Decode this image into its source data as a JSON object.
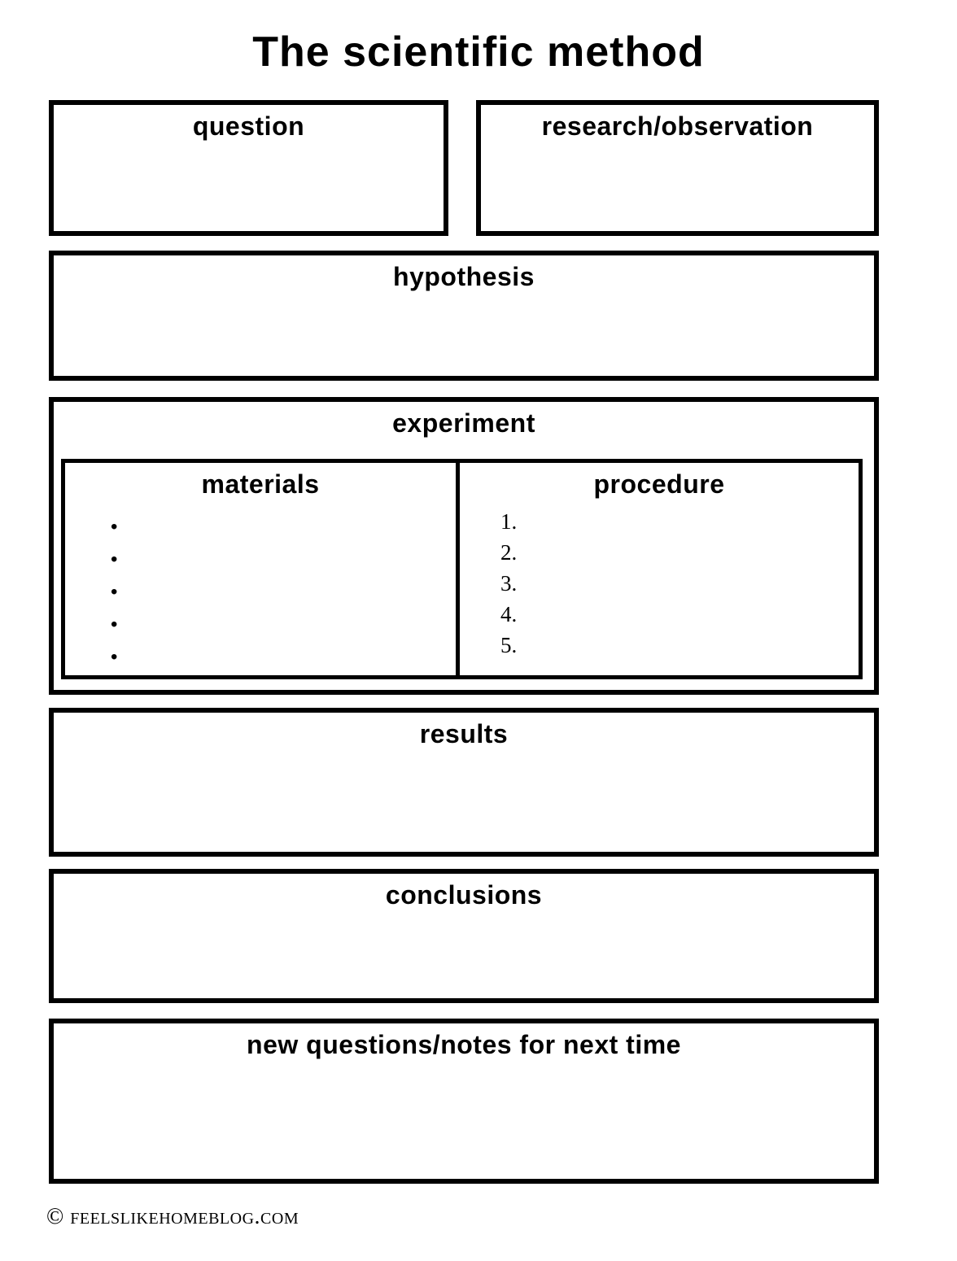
{
  "page": {
    "title": "The scientific method",
    "footer": "© feelslikehomeblog.com"
  },
  "sections": {
    "question": {
      "label": "question"
    },
    "research": {
      "label": "research/observation"
    },
    "hypothesis": {
      "label": "hypothesis"
    },
    "experiment": {
      "label": "experiment",
      "materials": {
        "label": "materials",
        "bullets": [
          "•",
          "•",
          "•",
          "•",
          "•"
        ]
      },
      "procedure": {
        "label": "procedure",
        "numbers": [
          "1.",
          "2.",
          "3.",
          "4.",
          "5."
        ]
      }
    },
    "results": {
      "label": "results"
    },
    "conclusions": {
      "label": "conclusions"
    },
    "new_questions": {
      "label": "new questions/notes for next time"
    }
  },
  "colors": {
    "ink": "#000000",
    "paper": "#ffffff"
  }
}
